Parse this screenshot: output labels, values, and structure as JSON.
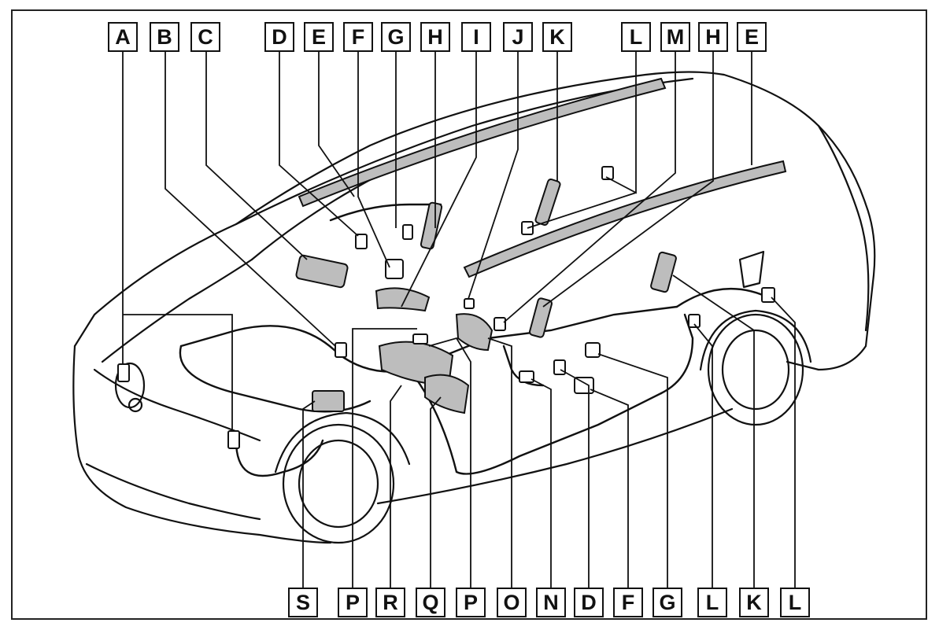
{
  "diagram": {
    "top_labels": [
      "A",
      "B",
      "C",
      "D",
      "E",
      "F",
      "G",
      "H",
      "I",
      "J",
      "K",
      "L",
      "M",
      "H",
      "E"
    ],
    "bottom_labels": [
      "S",
      "P",
      "R",
      "Q",
      "P",
      "O",
      "N",
      "D",
      "F",
      "G",
      "L",
      "K",
      "L"
    ]
  },
  "colors": {
    "ink": "#111111",
    "component_fill": "#bdbdbd",
    "background": "#ffffff"
  }
}
